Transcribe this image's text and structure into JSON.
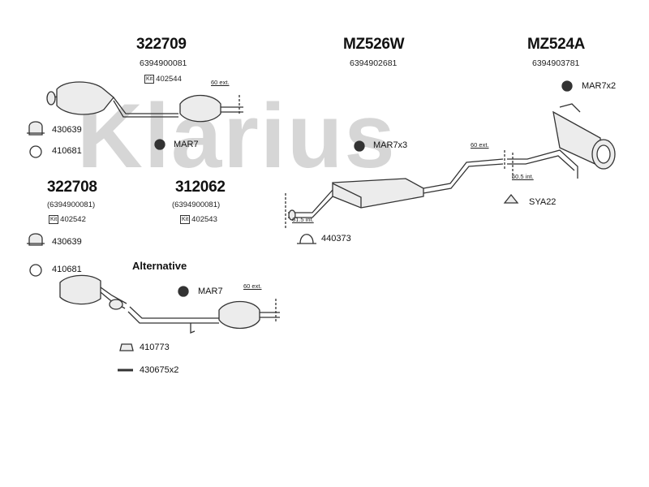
{
  "watermark": "Klarius",
  "colors": {
    "watermark": "#d6d6d6",
    "line": "#333333",
    "fill": "#e9e9e9"
  },
  "assemblies": {
    "front_cat_top": {
      "part": "322709",
      "oem": "6394900081",
      "kit": "402544",
      "ext": "60 ext."
    },
    "center": {
      "part": "MZ526W",
      "oem": "6394902681",
      "ext": "60 ext.",
      "int": "61.5 int."
    },
    "rear": {
      "part": "MZ524A",
      "oem": "6394903781",
      "int": "60.5 int."
    },
    "front_cat_left": {
      "part": "322708",
      "oem": "(6394900081)",
      "kit": "402542"
    },
    "front_cat_right": {
      "part": "312062",
      "oem": "(6394900081)",
      "kit": "402543"
    },
    "alternative": {
      "title": "Alternative",
      "ext": "60 ext."
    }
  },
  "kit_label": "Kit",
  "accessories": {
    "a1": "430639",
    "a2": "410681",
    "a3": "430639",
    "a4": "410681",
    "a5": "MAR7",
    "a6": "MAR7x3",
    "a7": "MAR7x2",
    "a8": "SYA22",
    "a9": "440373",
    "a10": "MAR7",
    "a11": "410773",
    "a12": "430675x2"
  }
}
